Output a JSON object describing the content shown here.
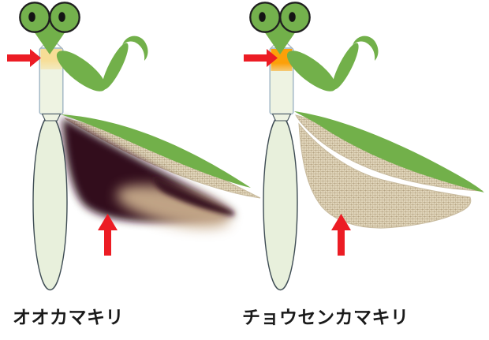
{
  "figure": {
    "background_color": "#ffffff",
    "panels": [
      {
        "id": "ookamakiri",
        "label": "オオカマキリ",
        "patch_color": "#f7dd96",
        "patch_description": "pale yellow pronotum spot",
        "hindwing_style": "dark"
      },
      {
        "id": "chousen-kamakiri",
        "label": "チョウセンカマキリ",
        "patch_color": "#fca009",
        "patch_description": "orange pronotum spot",
        "hindwing_style": "pale"
      }
    ],
    "colors": {
      "arrow_red": "#ec1c24",
      "mantis_green": "#72b04a",
      "body_pale": "#eef3e2",
      "abdomen_pale": "#e8f0dc",
      "wing_beige": "#ded3b9",
      "wing_weave": "#c9ba9b",
      "hindwing_dark": "#310d1d",
      "hindwing_tan": "#c8ab8b",
      "neck_border": "#9db3c3",
      "abdomen_border": "#3e4c54",
      "eye_outline": "#1f1f1f",
      "text": "#1a1a1a"
    }
  }
}
